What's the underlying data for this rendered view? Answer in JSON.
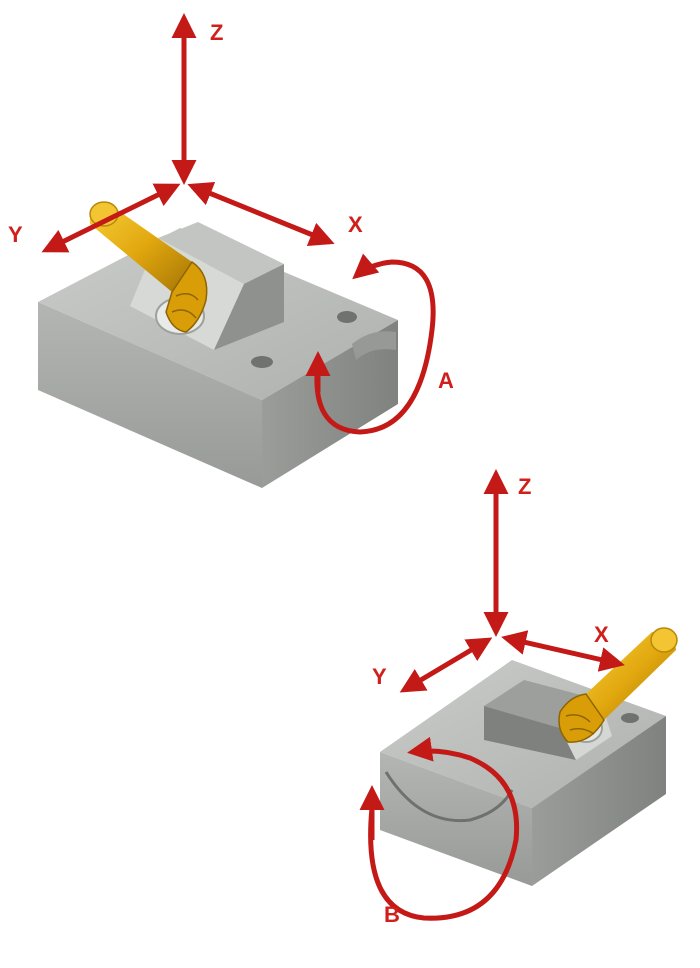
{
  "colors": {
    "axis_red": "#c41a17",
    "axis_dark": "#8a0e0c",
    "block_top": "#b9bcb8",
    "block_front": "#a3a6a2",
    "block_side": "#8c8f8b",
    "tool_gold": "#e0a810",
    "tool_dark": "#9b6f05"
  },
  "diagrams": [
    {
      "axes": {
        "z": "Z",
        "y": "Y",
        "x": "X"
      },
      "rotation": "A"
    },
    {
      "axes": {
        "z": "Z",
        "y": "Y",
        "x": "X"
      },
      "rotation": "B"
    }
  ]
}
